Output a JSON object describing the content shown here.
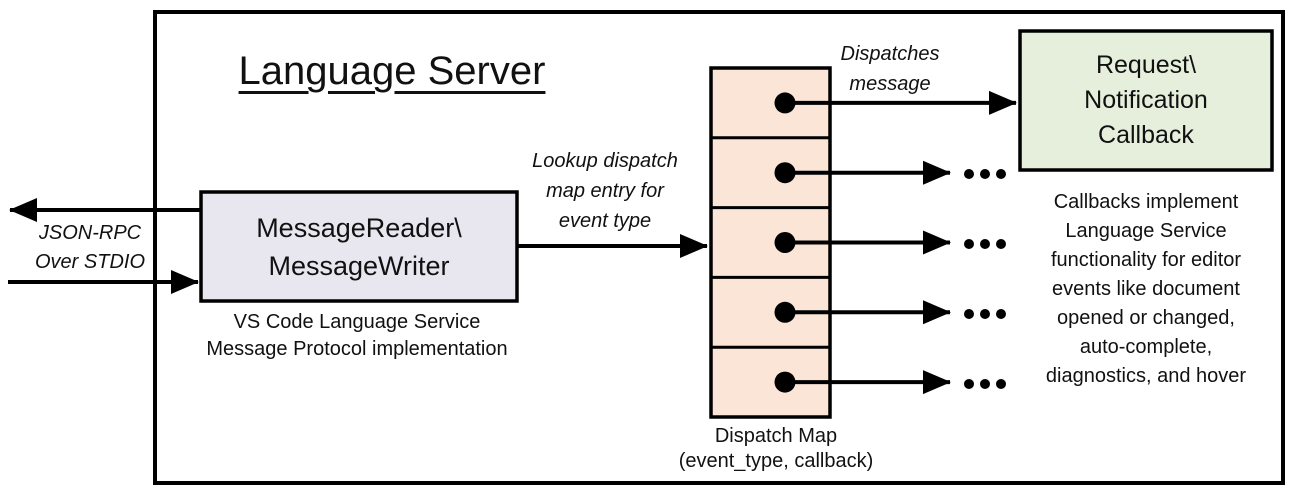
{
  "diagram": {
    "title": "Language Server",
    "io_label": "JSON-RPC\nOver STDIO",
    "reader_box_label": "MessageReader\\\nMessageWriter",
    "reader_caption": "VS Code Language Service\nMessage Protocol implementation",
    "lookup_arrow_label": "Lookup dispatch\nmap entry for\nevent type",
    "dispatch_arrow_label": "Dispatches\nmessage",
    "callback_box_label": "Request\\\nNotification\nCallback",
    "callback_caption": "Callbacks implement\nLanguage Service\nfunctionality for editor\nevents like document\nopened or changed,\nauto-complete,\ndiagnostics, and hover",
    "dispatch_map_caption": "Dispatch Map\n(event_type, callback)",
    "dispatch_map_rows": 5,
    "colors": {
      "outline": "#000000",
      "reader_box_fill": "#E8E7F0",
      "dispatch_map_fill": "#FBE5D6",
      "callback_box_fill": "#E5EFDC",
      "background": "#FFFFFF"
    }
  }
}
